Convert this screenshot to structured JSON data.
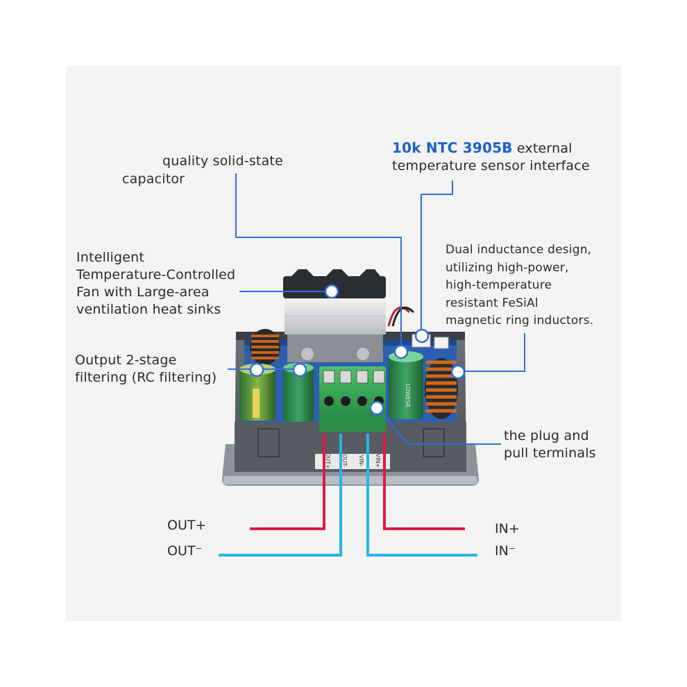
{
  "labels": {
    "capacitor": {
      "line1": "quality solid-state",
      "line2": "capacitor"
    },
    "ntc": {
      "highlight": "10k NTC 3905B",
      "rest": " external",
      "line2": "temperature sensor interface"
    },
    "fan": {
      "line1": "Intelligent",
      "line2": "Temperature-Controlled",
      "line3": "Fan with Large-area",
      "line4": "ventilation heat sinks"
    },
    "inductance": {
      "line1": "Dual inductance design,",
      "line2": "utilizing high-power,",
      "line3": "high-temperature",
      "line4": "resistant FeSiAl",
      "line5": "magnetic ring inductors."
    },
    "filter": {
      "line1": "Output 2-stage",
      "line2": "filtering (RC filtering)"
    },
    "terminals": {
      "line1": "the plug and",
      "line2": "pull terminals"
    }
  },
  "pins": {
    "out_plus": "OUT+",
    "out_minus": "OUT⁻",
    "in_plus": "IN+",
    "in_minus": "IN⁻"
  },
  "board": {
    "terminal_labels": [
      "OUT+",
      "OUT-",
      "VIN-",
      "VIN+"
    ],
    "capacitor_text": "LOWESR"
  },
  "colors": {
    "callout_line": "#2f6fd6",
    "positive_wire": "#e0184a",
    "negative_wire": "#27b4e6",
    "highlight_text": "#1f5fc8"
  }
}
